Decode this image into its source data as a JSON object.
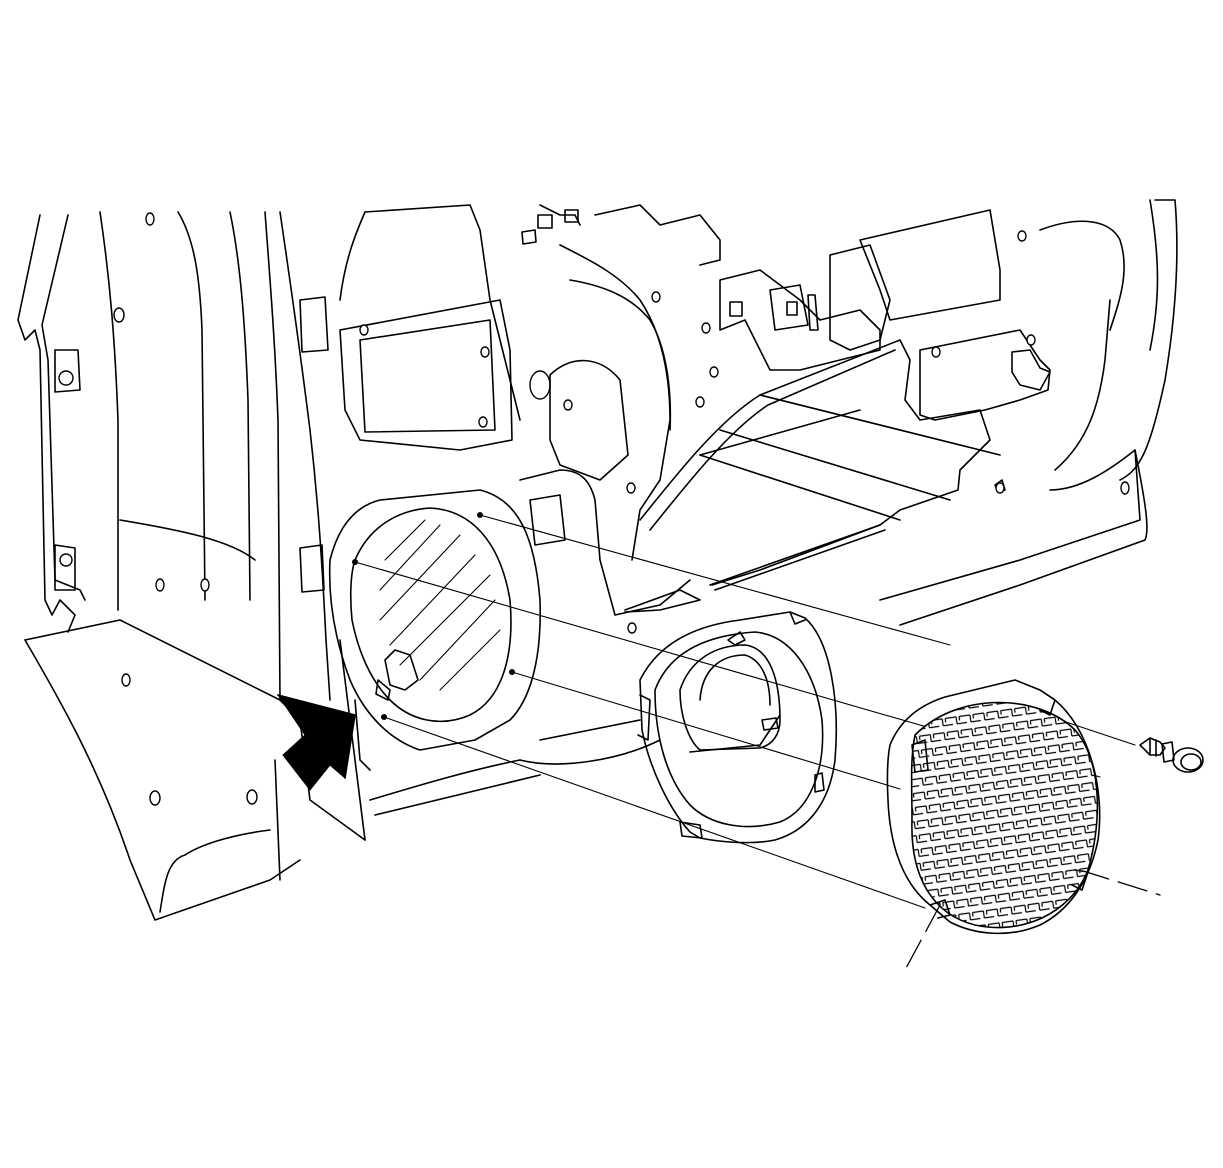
{
  "illustration": {
    "subject": "door-panel-speaker-assembly",
    "colors": {
      "line": "#000000",
      "background": "#ffffff",
      "arrow_fill": "#000000"
    },
    "components": [
      {
        "id": "door-inner-panel",
        "icon": "door-panel-icon"
      },
      {
        "id": "speaker-opening",
        "icon": "speaker-opening-icon"
      },
      {
        "id": "speaker",
        "icon": "speaker-icon"
      },
      {
        "id": "speaker-grille",
        "icon": "speaker-grille-icon"
      },
      {
        "id": "push-pin-retainer",
        "icon": "retainer-icon"
      },
      {
        "id": "location-arrow",
        "icon": "arrow-icon"
      }
    ]
  }
}
